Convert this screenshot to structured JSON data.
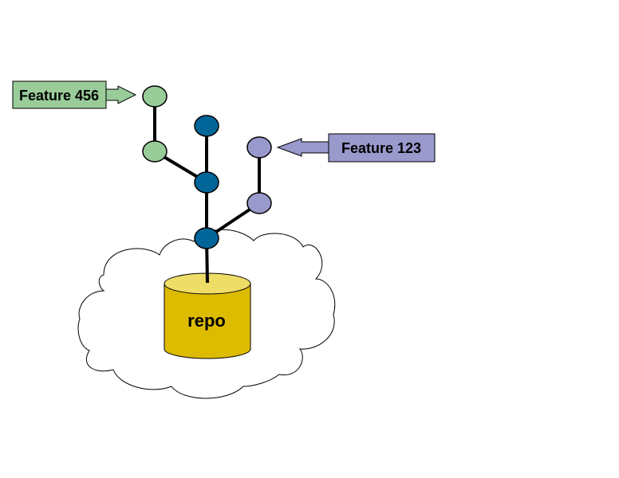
{
  "diagram": {
    "repo_label": "repo",
    "callouts": {
      "feature_456": "Feature 456",
      "feature_123": "Feature 123"
    }
  },
  "colors": {
    "main_branch": "#006699",
    "feature_456_branch": "#99cc99",
    "feature_123_branch": "#9999cc",
    "repo_body": "#ddbb00",
    "repo_top": "#eedd66",
    "outline": "#000000",
    "edge": "#000000"
  }
}
